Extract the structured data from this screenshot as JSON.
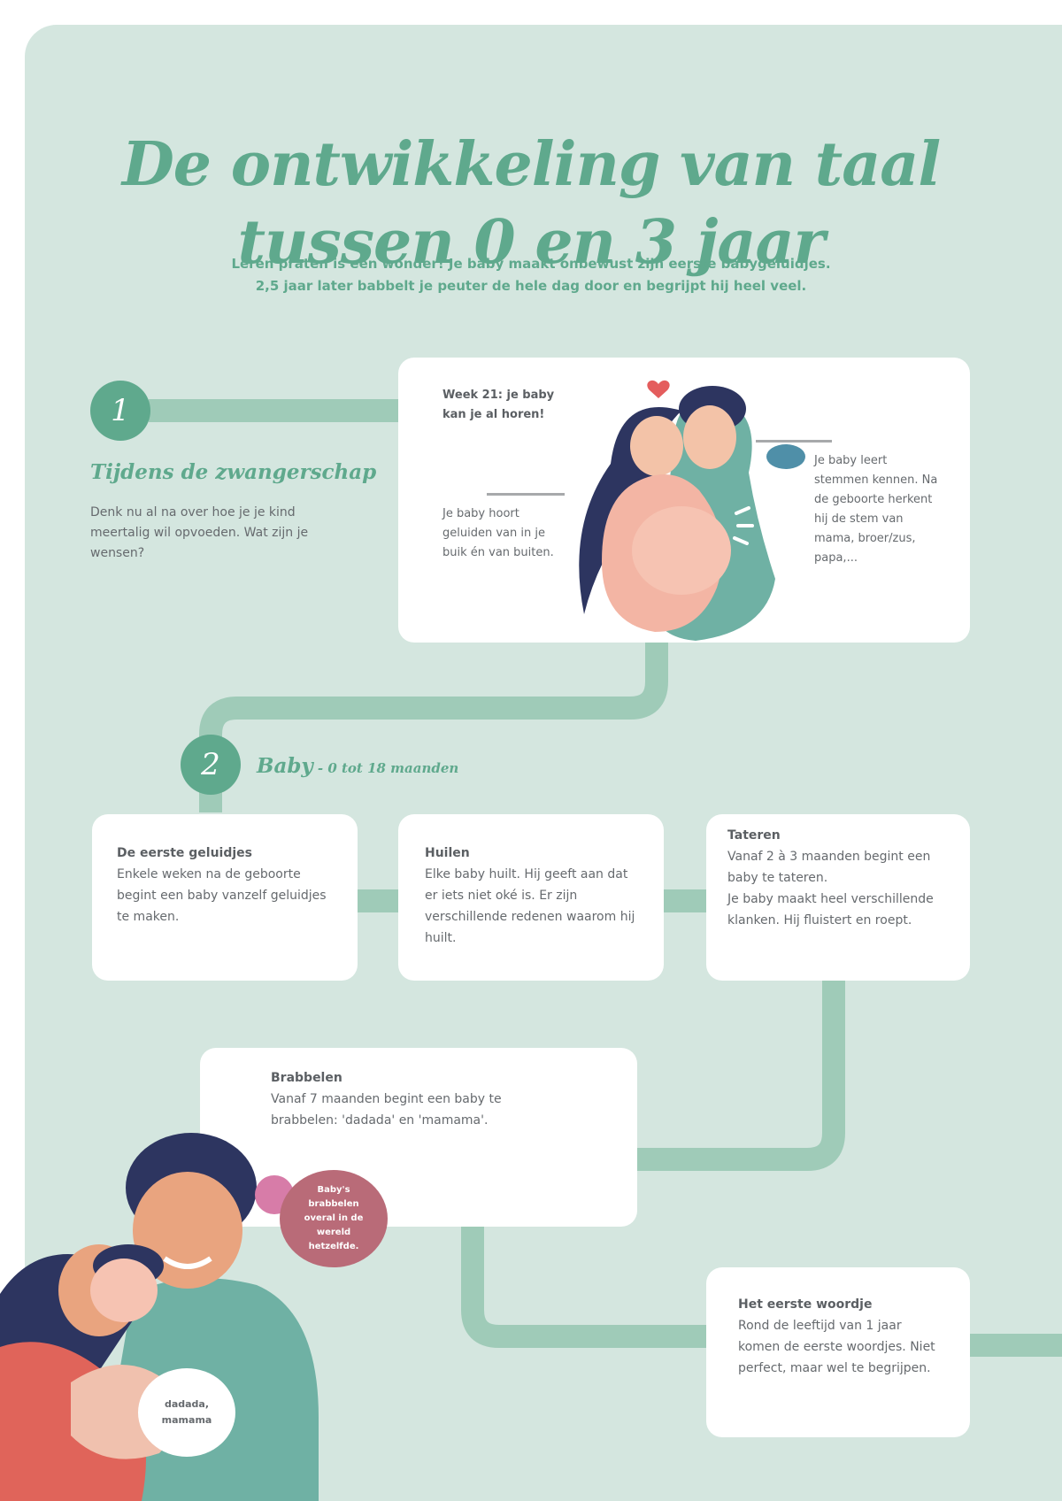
{
  "title": {
    "line1": "De ontwikkeling van taal",
    "line2": "tussen 0 en 3 jaar"
  },
  "subtitle": {
    "line1": "Leren praten is een wonder! Je baby maakt onbewust zijn eerste babygeluidjes.",
    "line2": "2,5 jaar later babbelt je peuter de hele dag door en begrijpt hij heel veel."
  },
  "section1": {
    "number": "1",
    "heading": "Tijdens de zwangerschap",
    "text": "Denk nu al na over hoe je je kind meertalig wil opvoeden. Wat zijn je wensen?",
    "card": {
      "week": "Week 21: je baby kan je al horen!",
      "hears": "Je baby hoort geluiden van in je buik én van buiten.",
      "voices": "Je baby leert stemmen kennen. Na de geboorte herkent hij de stem van mama, broer/zus, papa,..."
    }
  },
  "section2": {
    "number": "2",
    "heading": "Baby",
    "age": "- 0 tot 18 maanden",
    "cards": [
      {
        "title": "De eerste geluidjes",
        "text": "Enkele weken na de geboorte begint een baby vanzelf geluidjes te maken."
      },
      {
        "title": "Huilen",
        "text": "Elke baby huilt. Hij geeft aan dat er iets niet oké is. Er zijn verschillende redenen waarom hij huilt."
      },
      {
        "title": "Tateren",
        "text1": "Vanaf 2 à 3 maanden begint een baby te tateren.",
        "text2": "Je baby maakt heel verschillende klanken. Hij fluistert en roept."
      },
      {
        "title": "Brabbelen",
        "text": "Vanaf 7 maanden begint een baby te brabbelen: 'dadada' en 'mamama'."
      },
      {
        "title": "Het eerste woordje",
        "text": "Rond de leeftijd van 1 jaar komen de eerste woordjes. Niet perfect, maar wel te begrijpen."
      }
    ]
  },
  "bubbles": {
    "world": "Baby's brabbelen overal in de wereld hetzelfde.",
    "baby": "dadada, mamama"
  },
  "colors": {
    "primary": "#5fa98d",
    "background": "#d4e6df",
    "path": "#9fcbb8",
    "bubble": "#b96b78"
  }
}
